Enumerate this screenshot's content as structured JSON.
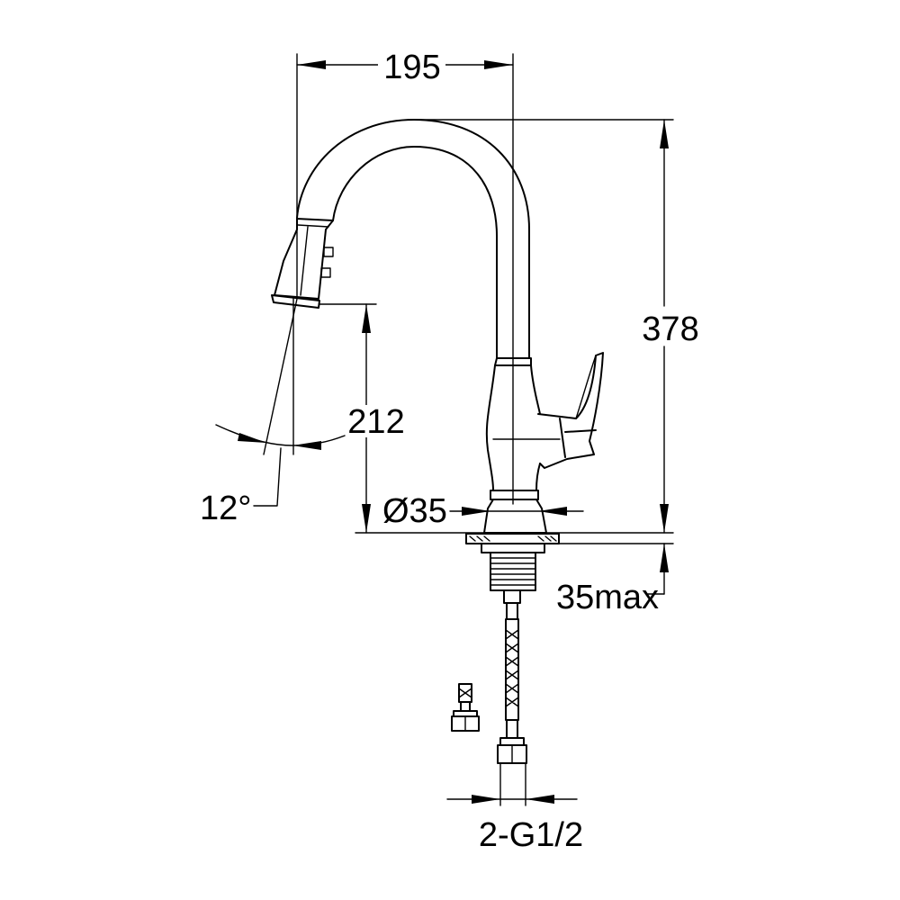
{
  "drawing": {
    "dimensions": {
      "width_195": "195",
      "height_378": "378",
      "spout_212": "212",
      "angle_12": "12°",
      "diameter_35": "Ø35",
      "deck_35max": "35max",
      "thread_g12": "2-G1/2"
    },
    "line_color": "#000000",
    "background": "#ffffff"
  }
}
